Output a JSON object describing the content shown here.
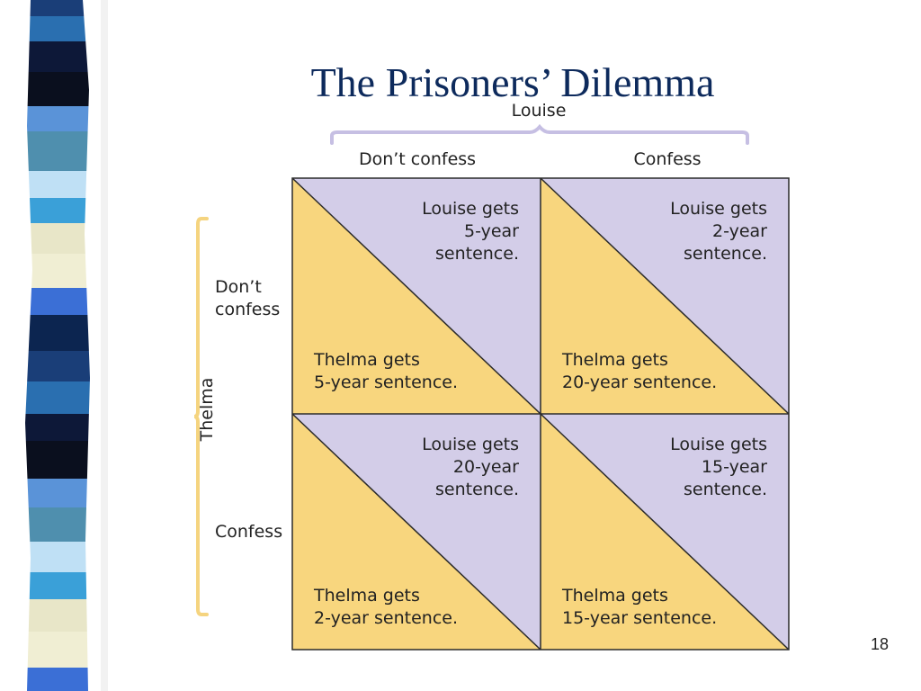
{
  "slide": {
    "title": "The Prisoners’ Dilemma",
    "page_number": "18"
  },
  "colors": {
    "title": "#0d2a5c",
    "lavender": "#d3cde8",
    "yellow": "#f8d67e",
    "louise_brace": "#c6bfe3",
    "thelma_brace": "#f5d47f",
    "grid_line": "#2b2b2b"
  },
  "matrix": {
    "column_player": "Louise",
    "row_player": "Thelma",
    "columns": [
      "Don’t confess",
      "Confess"
    ],
    "rows": [
      "Don’t\nconfess",
      "Confess"
    ],
    "cells": [
      {
        "louise": "Louise gets\n5-year\nsentence.",
        "thelma": "Thelma gets\n5-year sentence."
      },
      {
        "louise": "Louise gets\n2-year\nsentence.",
        "thelma": "Thelma gets\n20-year sentence."
      },
      {
        "louise": "Louise gets\n20-year\nsentence.",
        "thelma": "Thelma gets\n2-year sentence."
      },
      {
        "louise": "Louise gets\n15-year\nsentence.",
        "thelma": "Thelma gets\n15-year sentence."
      }
    ]
  }
}
